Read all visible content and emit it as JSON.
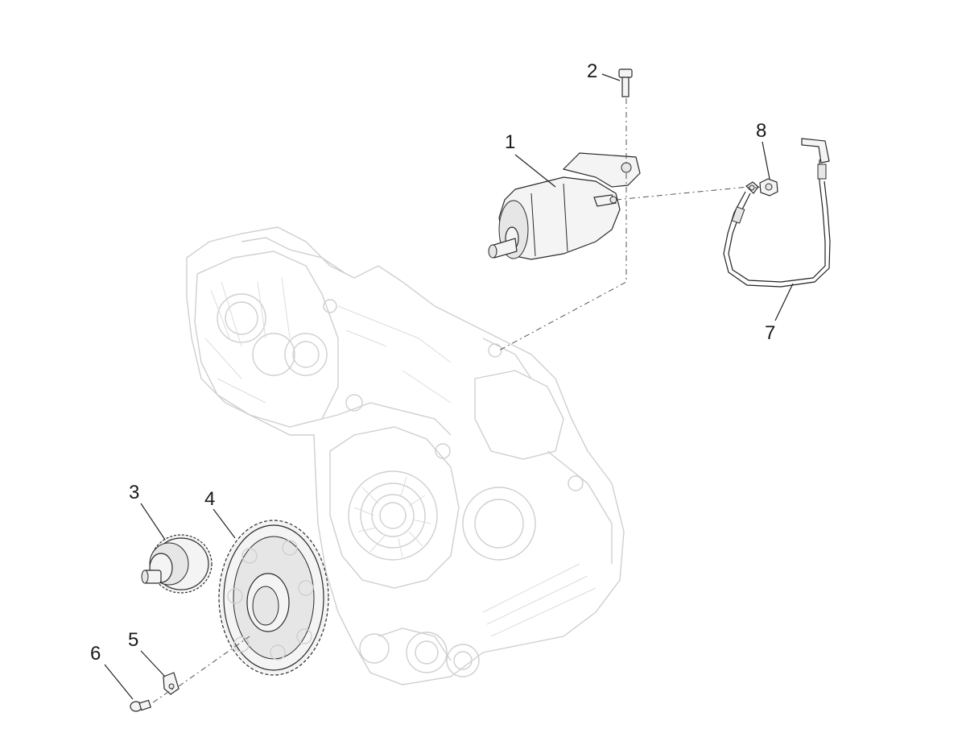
{
  "callouts": {
    "c1": "1",
    "c2": "2",
    "c3": "3",
    "c4": "4",
    "c5": "5",
    "c6": "6",
    "c7": "7",
    "c8": "8"
  },
  "colors": {
    "ghost_outline": "#cfcfcf",
    "part_outline": "#2a2a2a",
    "part_fill": "#f4f4f4",
    "text": "#1a1a1a"
  }
}
